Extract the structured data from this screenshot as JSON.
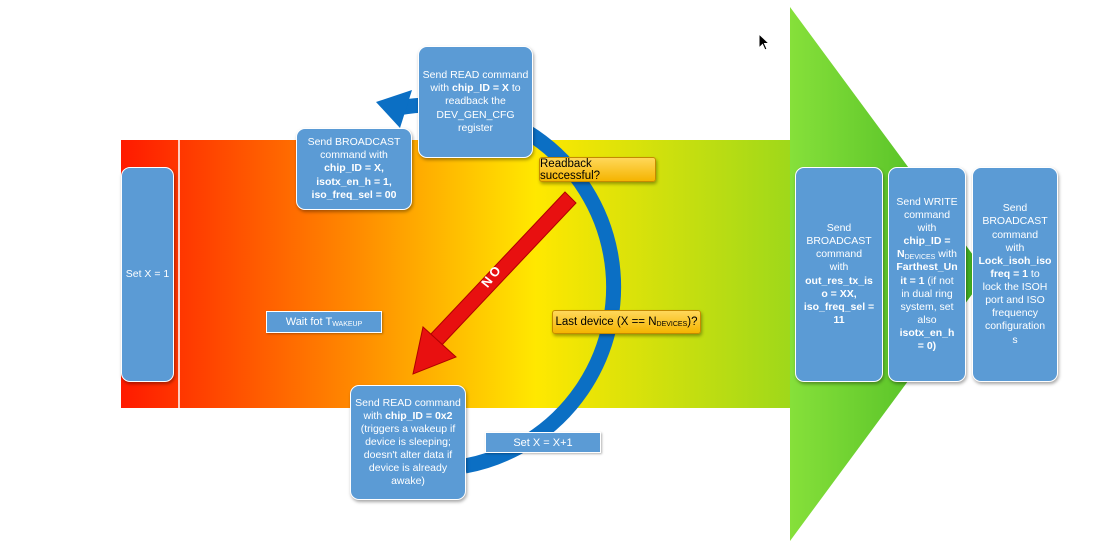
{
  "steps": {
    "set_x": "Set X = 1",
    "broadcast_isotx": {
      "line1": "Send BROADCAST",
      "line2": "command with",
      "line3": "chip_ID = X,",
      "line4": "isotx_en_h = 1,",
      "line5": "iso_freq_sel = 00"
    },
    "read_devgen": {
      "line1": "Send READ command",
      "line2a": "with ",
      "line2b": "chip_ID = X",
      "line2c": " to",
      "line3": "readback the",
      "line4": "DEV_GEN_CFG",
      "line5": "register"
    },
    "readback_question": "Readback successful?",
    "no_label": "NO",
    "wait_label": "Wait fot T",
    "wait_sub": "WAKEUP",
    "last_device_label": "Last device (X == N",
    "last_device_sub": "DEVICES",
    "last_device_end": ")?",
    "set_x_inc": "Set X = X+1",
    "read_wakeup": {
      "line1": "Send READ command",
      "line2a": "with ",
      "line2b": "chip_ID = 0x2",
      "line3": "(triggers a wakeup if",
      "line4": "device is sleeping;",
      "line5": "doesn't alter data if",
      "line6": "device is already",
      "line7": "awake)"
    },
    "final_broadcast": {
      "line1": "Send",
      "line2": "BROADCAST",
      "line3": "command",
      "line4": "with",
      "line5": "out_res_tx_is",
      "line6": "o = XX,",
      "line7": "iso_freq_sel =",
      "line8": "11"
    },
    "write_farthest": {
      "line1": "Send WRITE",
      "line2": "command",
      "line3": "with",
      "line4": "chip_ID =",
      "line5a": "N",
      "line5sub": "DEVICES",
      "line5b": " with",
      "line6": "Farthest_Un",
      "line7": "it = 1",
      "line7b": " (if not",
      "line8": "in dual ring",
      "line9": "system, set",
      "line10": "also",
      "line11": "isotx_en_h",
      "line12": "= 0)"
    },
    "lock_broadcast": {
      "line1": "Send",
      "line2": "BROADCAST",
      "line3": "command",
      "line4": "with",
      "line5": "Lock_isoh_iso",
      "line6": "freq = 1",
      "line6b": " to",
      "line7": "lock the ISOH",
      "line8": "port and ISO",
      "line9": "frequency",
      "line10": "configuration",
      "line11": "s"
    }
  },
  "colors": {
    "box_fill": "#5b9bd5",
    "loop_arrow": "#0b6fc4",
    "no_arrow": "#e81010",
    "question_fill": "#f5b400",
    "band_start": "#ff0000",
    "band_end": "#a8e000",
    "big_arrow": "#66cc22"
  }
}
